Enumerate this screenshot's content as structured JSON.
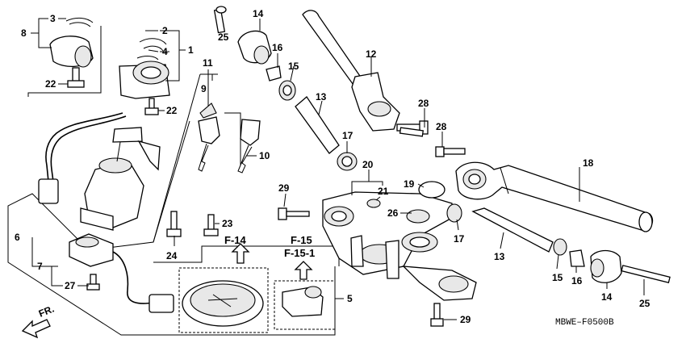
{
  "callouts": {
    "p1": "1",
    "p2": "2",
    "p3": "3",
    "p4": "4",
    "p5": "5",
    "p6": "6",
    "p7": "7",
    "p8": "8",
    "p9": "9",
    "p10": "10",
    "p11": "11",
    "p12": "12",
    "p13a": "13",
    "p13b": "13",
    "p14a": "14",
    "p14b": "14",
    "p15a": "15",
    "p15b": "15",
    "p16a": "16",
    "p16b": "16",
    "p17a": "17",
    "p17b": "17",
    "p18": "18",
    "p19": "19",
    "p20": "20",
    "p21": "21",
    "p22a": "22",
    "p22b": "22",
    "p23": "23",
    "p24": "24",
    "p25a": "25",
    "p25b": "25",
    "p26": "26",
    "p27": "27",
    "p28a": "28",
    "p28b": "28",
    "p29a": "29",
    "p29b": "29"
  },
  "refs": {
    "f14": "F-14",
    "f15": "F-15",
    "f15_1": "F-15-1"
  },
  "direction_label": "FR.",
  "diagram_code": "MBWE–F0500B"
}
